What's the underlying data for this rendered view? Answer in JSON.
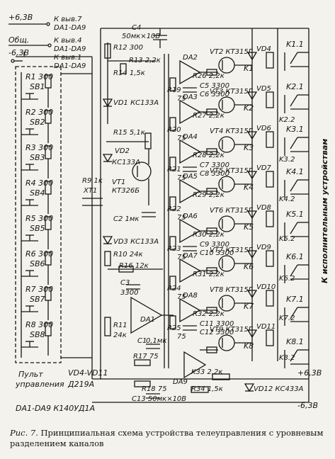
{
  "caption": {
    "figure_label": "Рис. 7.",
    "text": "Принципиальная схема устройства телеуправления с уровневым разделением каналов"
  },
  "power": {
    "plus": "+6,3В",
    "plus_to": "К выв.7",
    "plus_chip": "DA1-DA9",
    "common": "Общ.",
    "common_to": "К выв.4",
    "common_chip": "DA1-DA9",
    "minus": "-6,3В",
    "minus_to": "К выв.1",
    "minus_chip": "DA1-DA9",
    "bottom_plus": "+6,3В",
    "bottom_minus": "-6,3В"
  },
  "remote": {
    "keys": [
      {
        "r": "R1 300",
        "sb": "SB1"
      },
      {
        "r": "R2 300",
        "sb": "SB2"
      },
      {
        "r": "R3 300",
        "sb": "SB3"
      },
      {
        "r": "R4 300",
        "sb": "SB4"
      },
      {
        "r": "R5 300",
        "sb": "SB5"
      },
      {
        "r": "R6 300",
        "sb": "SB6"
      },
      {
        "r": "R7 300",
        "sb": "SB7"
      },
      {
        "r": "R8 300",
        "sb": "SB8"
      }
    ],
    "label_1": "Пульт",
    "label_2": "управления",
    "chips": "DA1-DA9 К140УД1А"
  },
  "diode_note": {
    "line1": "VD4-VD11",
    "line2": "Д219А"
  },
  "components": {
    "c4": "C4",
    "c4_val": "50мк×10В",
    "r12": "R12 300",
    "r13": "R13 2,2к",
    "r14": "R14 1,5к",
    "vd1": "VD1 КС133А",
    "r15": "R15 5,1к",
    "vd2": "VD2",
    "vd2_type": "КС133А",
    "r9": "R9 1к",
    "xt1": "XT1",
    "vt1": "VT1",
    "vt1_type": "КТ326Б",
    "c2": "C2 1мк",
    "vd3": "VD3 КС133А",
    "r10": "R10 24к",
    "r16": "R16 12к",
    "c3": "C3",
    "c3_val": "3300",
    "r11": "R11",
    "r11_val": "24к",
    "c1": "C1",
    "c1_val": "0,1мк",
    "da1": "DA1",
    "r17": "R17 75",
    "r18": "R18 75",
    "c13": "C13 50мк×10В",
    "r33": "K33 2,2к",
    "r34": "R34 1,5к",
    "vd12": "VD12 КС433А",
    "da9": "DA9"
  },
  "channels": [
    {
      "da": "DA2",
      "vt": "VT2 КТ315Г",
      "c": "C5 3300",
      "c2": "C6 3300",
      "r": "R26 2,2к",
      "ra": "R19",
      "rb": "75",
      "k": "K1",
      "vd": "VD4"
    },
    {
      "da": "DA3",
      "vt": "VT3 КТ315Г",
      "c": "",
      "c2": "",
      "r": "R27 2,2к",
      "ra": "R20",
      "rb": "75",
      "k": "K2",
      "vd": "VD5"
    },
    {
      "da": "DA4",
      "vt": "VT4 КТ315Г",
      "c": "C7 3300",
      "c2": "C8 3300",
      "r": "R28 2,2к",
      "ra": "R21",
      "rb": "75",
      "k": "K3",
      "vd": "VD6"
    },
    {
      "da": "DA5",
      "vt": "VT5 КТ315Г",
      "c": "",
      "c2": "",
      "r": "R29 2,2к",
      "ra": "R22",
      "rb": "75",
      "k": "K4",
      "vd": "VD7"
    },
    {
      "da": "DA6",
      "vt": "VT6 КТ315Г",
      "c": "C9 3300",
      "c2": "C10 3300",
      "r": "R30 2,2к",
      "ra": "R23",
      "rb": "75",
      "k": "K5",
      "vd": "VD8"
    },
    {
      "da": "DA7",
      "vt": "VT7 КТ315Г",
      "c": "",
      "c2": "",
      "r": "R31 2,2к",
      "ra": "R24",
      "rb": "75",
      "k": "K6",
      "vd": "VD9"
    },
    {
      "da": "DA8",
      "vt": "VT8 КТ315Г",
      "c": "C11 3300",
      "c2": "C12 3300",
      "r": "R32 2,2к",
      "ra": "R25",
      "rb": "75",
      "k": "K7",
      "vd": "VD10"
    },
    {
      "da": "",
      "vt": "VT9 КТ315Г",
      "c": "",
      "c2": "",
      "r": "",
      "ra": "",
      "rb": "",
      "k": "K8",
      "vd": "VD11"
    }
  ],
  "relay_contacts": [
    "K1.1",
    "K2.1",
    "K3.1",
    "K4.1",
    "K5.1",
    "K6.1",
    "K7.1",
    "K8.1"
  ],
  "contact_refs": [
    "K2.2",
    "K3.2",
    "K4.2",
    "K5.2",
    "K6.2",
    "K7.2",
    "K8.2"
  ],
  "actuators_label": "К исполнительным устройствам"
}
